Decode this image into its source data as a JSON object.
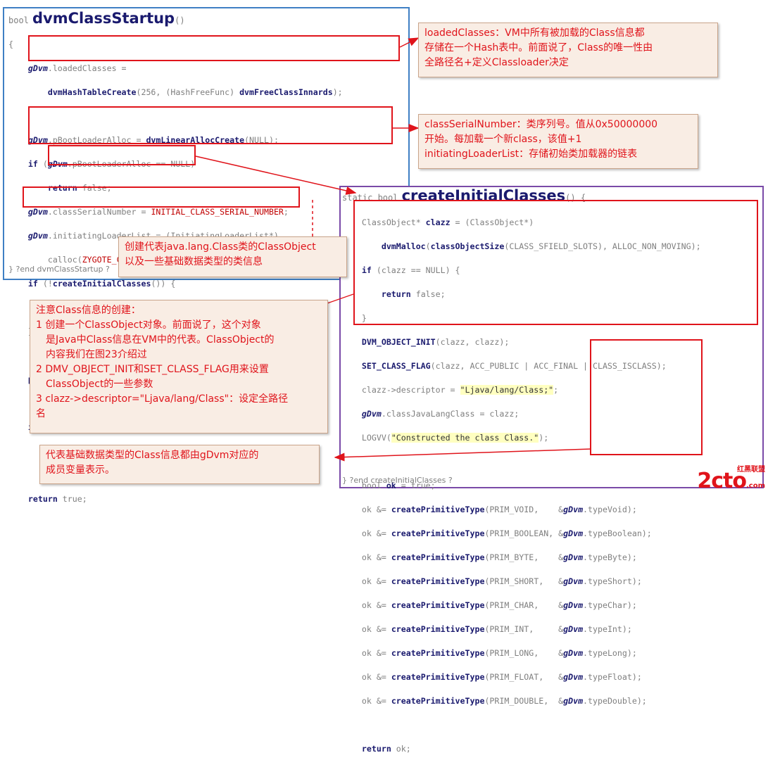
{
  "startup": {
    "return_type": "bool",
    "name": "dvmClassStartup",
    "parens": "()",
    "footer": "} ?end dvmClassStartup ?"
  },
  "create_initial": {
    "signature_prefix": "static bool",
    "name": "createInitialClasses",
    "parens": "() {",
    "footer": "} ?end createInitialClasses ?"
  },
  "notes": {
    "loaded_classes": [
      "loadedClasses：VM中所有被加载的Class信息都",
      "存储在一个Hash表中。前面说了，Class的唯一性由",
      "全路径名+定义Classloader决定"
    ],
    "serial_number": [
      "classSerialNumber：类序列号。值从0x50000000",
      "开始。每加载一个新class，该值+1",
      "initiatingLoaderList：存储初始类加载器的链表"
    ],
    "class_object": [
      "创建代表java.lang.Class类的ClassObject",
      "以及一些基础数据类型的类信息"
    ],
    "attention": [
      "注意Class信息的创建：",
      "1 创建一个ClassObject对象。前面说了，这个对象",
      "是Java中Class信息在VM中的代表。ClassObject的",
      "内容我们在图23介绍过",
      "2 DMV_OBJECT_INIT和SET_CLASS_FLAG用来设置",
      "ClassObject的一些参数",
      "3 clazz->descriptor=\"Ljava/lang/Class\"：设定全路径",
      "名"
    ],
    "primitive": [
      "代表基础数据类型的Class信息都由gDvm对应的",
      "成员变量表示。"
    ]
  },
  "watermark": {
    "brand": "2cto",
    "suffix": ".com",
    "cn": "红黑联盟"
  },
  "colors": {
    "red": "#e0141b",
    "blue_border": "#3f7fc4",
    "purple_border": "#7a4aa8",
    "code_keyword": "#1a1a6e",
    "note_bg": "#f9ede4"
  }
}
